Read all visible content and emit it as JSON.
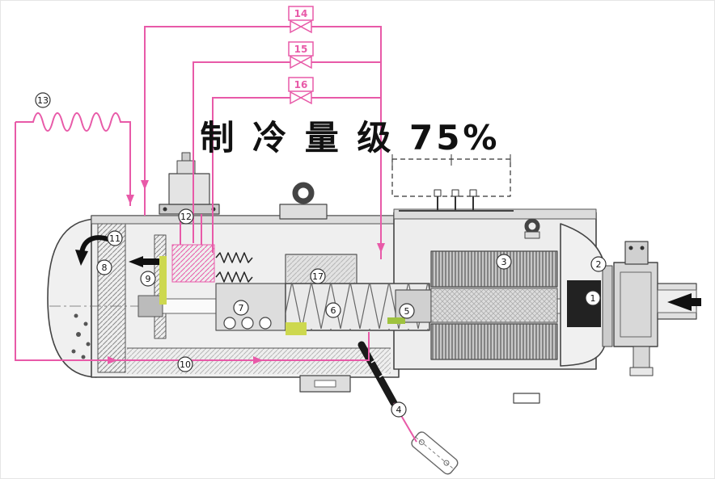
{
  "title": "制 冷 量 级 75%",
  "colors": {
    "pipe_pink": "#e85aa8",
    "ink": "#1a1a1a",
    "drawing_gray": "#444444",
    "highlight_yellow": "#cdd84f"
  },
  "valve_tags": [
    {
      "label": "14"
    },
    {
      "label": "15"
    },
    {
      "label": "16"
    }
  ],
  "part_labels": [
    {
      "num": "1"
    },
    {
      "num": "2"
    },
    {
      "num": "3"
    },
    {
      "num": "4"
    },
    {
      "num": "5"
    },
    {
      "num": "6"
    },
    {
      "num": "7"
    },
    {
      "num": "8"
    },
    {
      "num": "9"
    },
    {
      "num": "10"
    },
    {
      "num": "11"
    },
    {
      "num": "12"
    },
    {
      "num": "13"
    },
    {
      "num": "17"
    }
  ]
}
